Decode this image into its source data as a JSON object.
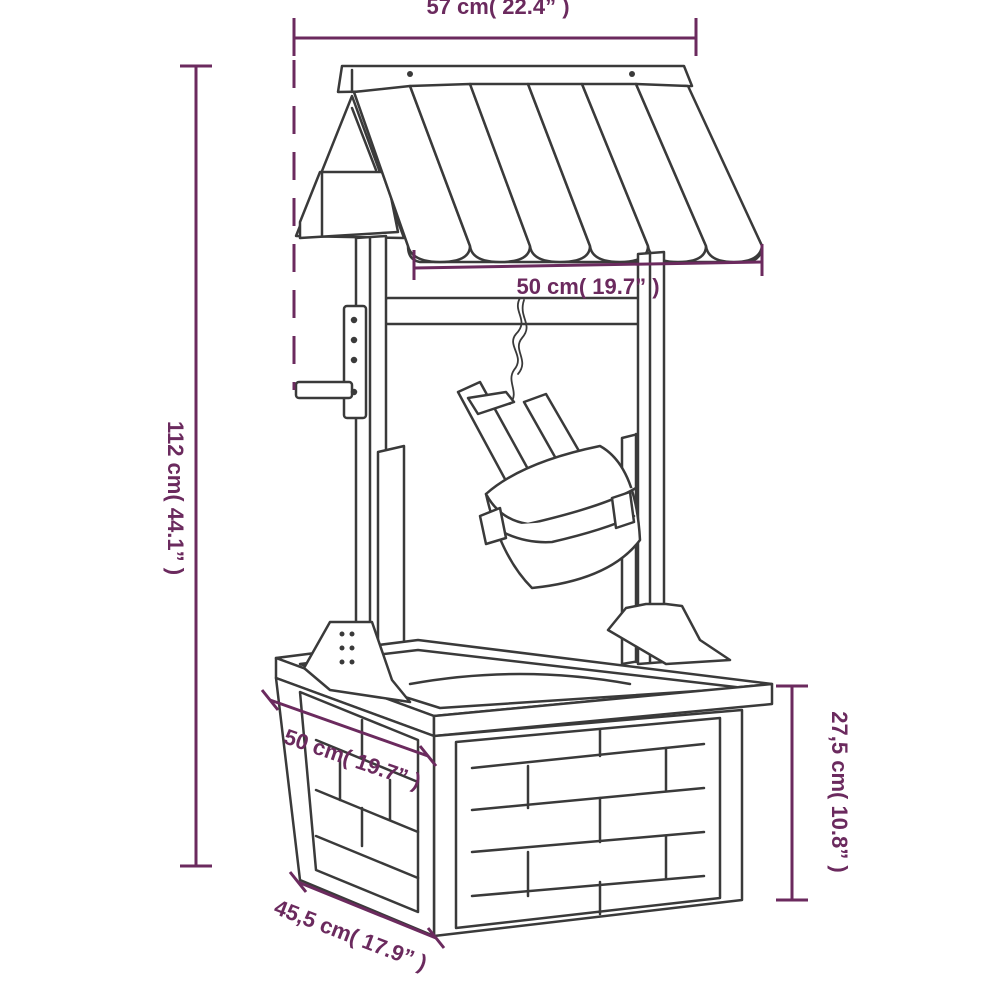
{
  "colors": {
    "dimension": "#6b2a5e",
    "outline": "#3a3a3a",
    "background": "#ffffff"
  },
  "dimensions": {
    "overall_width": "57 cm( 22.4” )",
    "roof_width": "50 cm( 19.7” )",
    "total_height": "112 cm( 44.1” )",
    "base_height": "27,5 cm( 10.8” )",
    "base_width": "50 cm( 19.7” )",
    "base_depth": "45,5 cm( 17.9” )"
  }
}
